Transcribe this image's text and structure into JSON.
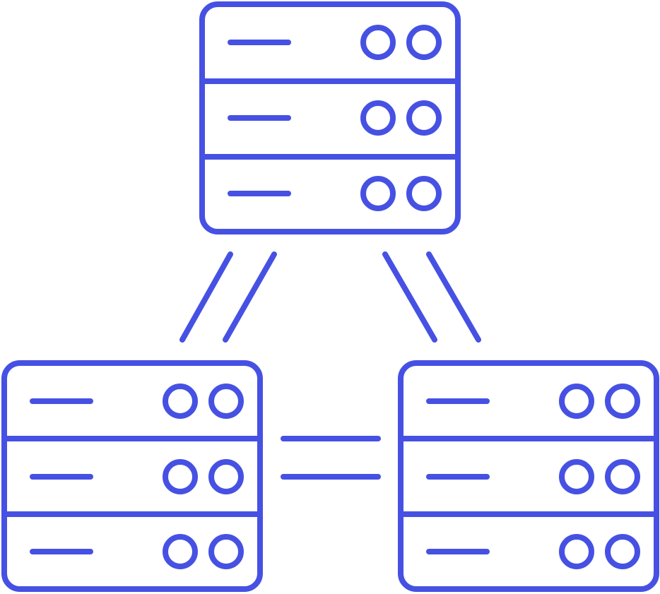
{
  "diagram": {
    "description_icon": "server-network-icon",
    "stroke_color": "#4651E3",
    "background_color": "#FFFFFF",
    "servers": [
      {
        "name": "server-top",
        "units": 3,
        "leds_per_unit": 2
      },
      {
        "name": "server-bottom-left",
        "units": 3,
        "leds_per_unit": 2
      },
      {
        "name": "server-bottom-right",
        "units": 3,
        "leds_per_unit": 2
      }
    ],
    "links": [
      {
        "from": "server-top",
        "to": "server-bottom-left",
        "lines": 2
      },
      {
        "from": "server-top",
        "to": "server-bottom-right",
        "lines": 2
      },
      {
        "from": "server-bottom-left",
        "to": "server-bottom-right",
        "lines": 2
      }
    ]
  }
}
